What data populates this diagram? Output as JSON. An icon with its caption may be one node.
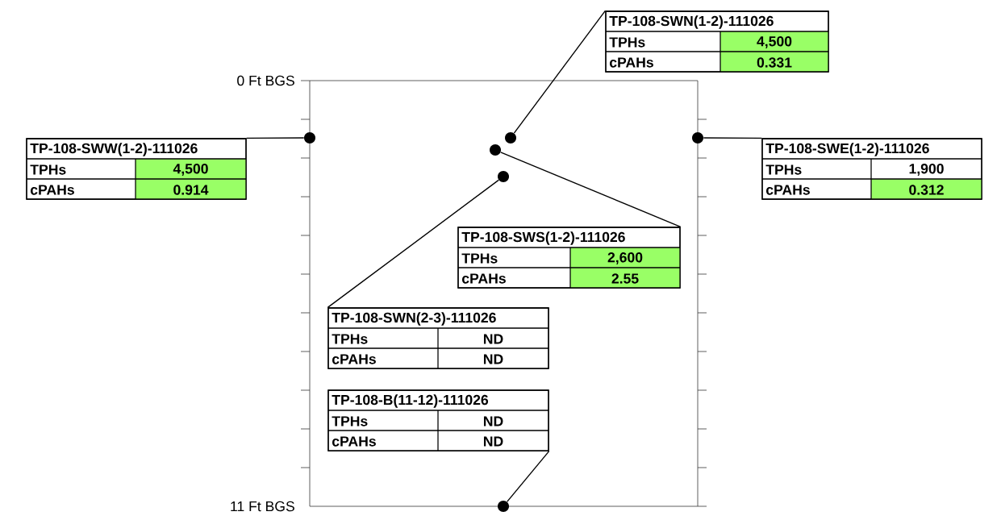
{
  "diagram": {
    "nodes": [
      {
        "text": [
          "TP-108-SWN(1-2)-111026",
          "TPHs",
          "4,500",
          "cPAHs",
          "0.331"
        ]
      },
      {
        "text": [
          "TP-108-SWW(1-2)-111026",
          "TPHs",
          "4,500",
          "cPAHs",
          "0.914"
        ]
      },
      {
        "text": [
          "TP-108-SWE(1-2)-111026",
          "TPHs",
          "1,900",
          "cPAHs",
          "0.312"
        ]
      },
      {
        "text": [
          "TP-108-SWS(1-2)-111026",
          "TPHs",
          "2,600",
          "cPAHs",
          "2.55"
        ]
      },
      {
        "text": [
          "TP-108-SWN(2-3)-111026",
          "TPHs",
          "ND",
          "cPAHs",
          "ND"
        ]
      },
      {
        "text": [
          "TP-108-B(11-12)-111026",
          "TPHs",
          "ND",
          "cPAHs",
          "ND"
        ]
      },
      {
        "text": [],
        "shape": "circle"
      },
      {
        "text": [],
        "shape": "circle"
      },
      {
        "text": [],
        "shape": "circle"
      },
      {
        "text": [],
        "shape": "circle"
      },
      {
        "text": [],
        "shape": "circle"
      },
      {
        "text": [],
        "shape": "circle"
      }
    ],
    "edges": [
      {
        "from": 0,
        "to": 7,
        "arrow": "none"
      },
      {
        "from": 1,
        "to": 6,
        "arrow": "none"
      },
      {
        "from": 2,
        "to": 8,
        "arrow": "none"
      },
      {
        "from": 3,
        "to": 9,
        "arrow": "none"
      },
      {
        "from": 4,
        "to": 10,
        "arrow": "none"
      },
      {
        "from": 5,
        "to": 11,
        "arrow": "none"
      }
    ],
    "labels": [
      "0 Ft BGS",
      "11 Ft BGS"
    ]
  }
}
